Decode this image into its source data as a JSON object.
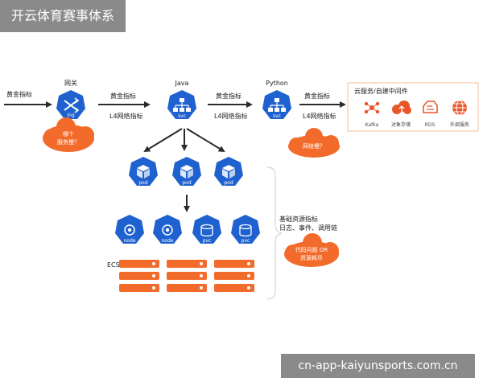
{
  "page": {
    "title": "开云体育赛事体系",
    "watermark": "cn-app-kaiyunsports.com.cn"
  },
  "diagram": {
    "left_label": "黄金指标",
    "gateway": {
      "title": "网关",
      "badge": "ing",
      "cloud_line1": "哪个",
      "cloud_line2": "服务慢？"
    },
    "edge1": {
      "top": "黄金指标",
      "bottom": "L4网络指标"
    },
    "java": {
      "title": "Java",
      "badge": "svc"
    },
    "edge2": {
      "top": "黄金指标",
      "bottom": "L4网络指标"
    },
    "python": {
      "title": "Python",
      "badge": "svc",
      "cloud": "网络慢？"
    },
    "edge3": {
      "top": "黄金指标",
      "bottom": "L4网络指标"
    },
    "cloud_services": {
      "title": "云服务/自建中间件",
      "items": [
        "Kafka",
        "对象存储",
        "RDS",
        "外部服务"
      ]
    },
    "pods": [
      "pod",
      "pod",
      "pod"
    ],
    "nodes": [
      "node",
      "node"
    ],
    "pvcs": [
      "pvc",
      "pvc"
    ],
    "ecs_label": "ECS",
    "infra": {
      "line1": "基础资源指标",
      "line2": "日志、事件、调用链",
      "cloud_line1": "代码问题 OR",
      "cloud_line2": "资源耗尽"
    }
  },
  "colors": {
    "blue": "#1f62cf",
    "orange": "#f36b2b",
    "dark": "#2b2b2b",
    "brand": "#e8562a"
  }
}
